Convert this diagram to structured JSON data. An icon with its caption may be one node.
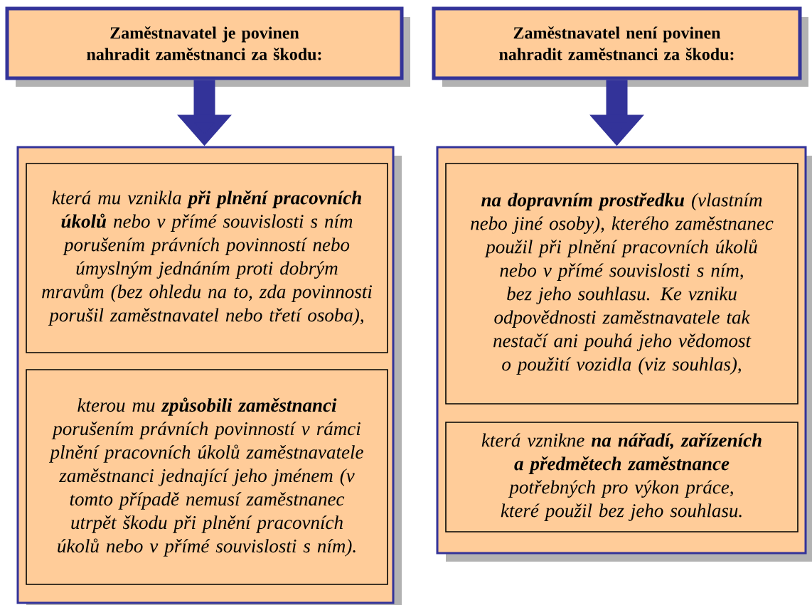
{
  "diagram": {
    "nodes": [
      {
        "text": [
          "Zaměstnavatel je povinen nahradit zaměstnanci za škodu:"
        ]
      },
      {
        "text": [
          "Zaměstnavatel není povinen nahradit zaměstnanci za škodu:"
        ]
      },
      {
        "text": [],
        "shape": "box"
      },
      {
        "text": [
          "která mu vznikla **při plnění pracovních úkolů** nebo v přímé souvislosti s ním porušením právních povinností nebo úmyslným jednáním proti dobrým mravům (bez ohledu na to, zda povinnosti porušil zaměstnavatel nebo třetí osoba),"
        ],
        "in": 2
      },
      {
        "text": [
          "kterou mu **způsobili zaměstnanci** porušením právních povinností v rámci plnění pracovních úkolů zaměstnavatele zaměstnanci jednající jeho jménem (v tomto případě nemusí zaměstnanec utrpět škodu při plnění pracovních úkolů nebo v přímé souvislosti s ním)."
        ],
        "in": 2
      },
      {
        "text": [],
        "shape": "box"
      },
      {
        "text": [
          "**na dopravním prostředku** (vlastním nebo jiné osoby), kterého zaměstnanec použil při plnění pracovních úkolů nebo v přímé souvislosti s ním, bez jeho souhlasu. Ke vzniku odpovědnosti zaměstnavatele tak nestačí ani pouhá jeho vědomost o použití vozidla (viz souhlas),"
        ],
        "in": 5
      },
      {
        "text": [
          "která vznikne **na nářadí, zařízeních a předmětech zaměstnance** potřebných pro výkon práce, které použil bez jeho souhlasu."
        ],
        "in": 5
      }
    ],
    "edges": [
      {
        "from": 0,
        "to": 2,
        "arrow": "to"
      },
      {
        "from": 1,
        "to": 5,
        "arrow": "to"
      }
    ]
  }
}
